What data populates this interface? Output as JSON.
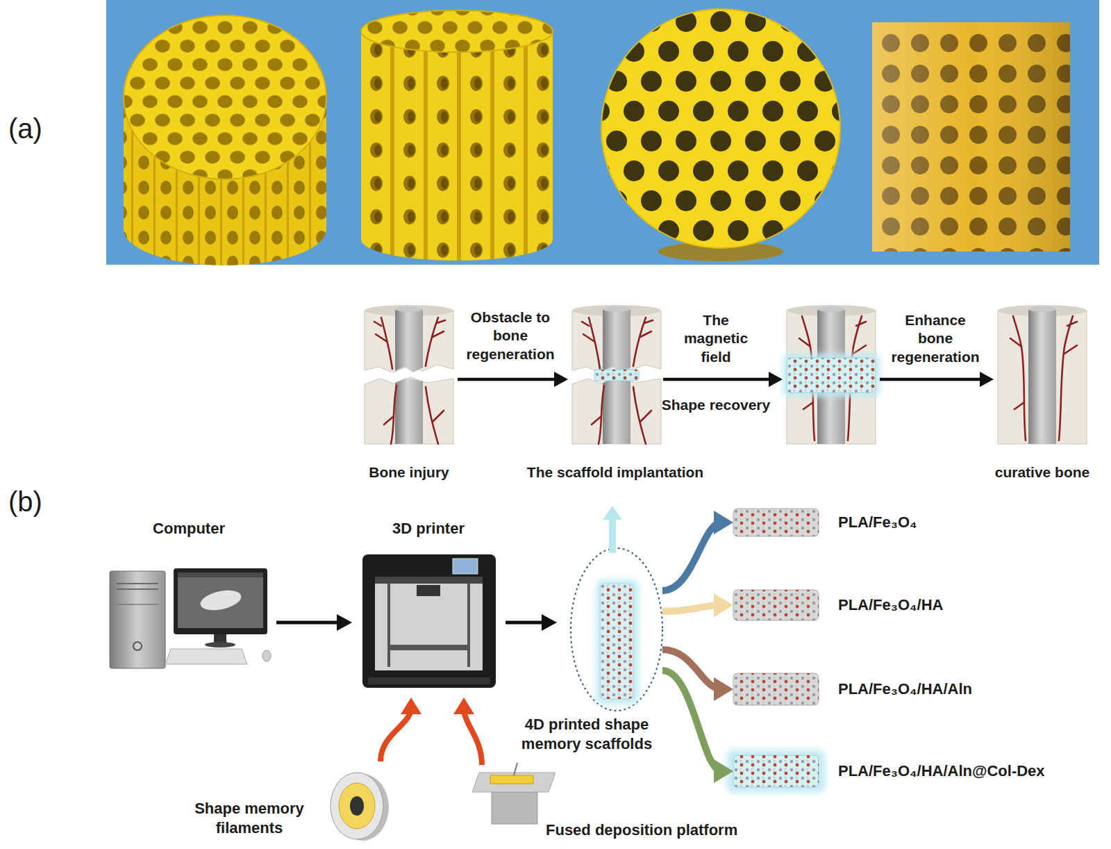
{
  "diagram": {
    "nodes": [
      {
        "text": [
          "Bone injury"
        ]
      },
      {
        "text": [
          "The scaffold implantation"
        ]
      },
      {
        "text": []
      },
      {
        "text": [
          "curative bone"
        ]
      },
      {
        "text": [
          "Computer"
        ]
      },
      {
        "text": [
          "3D printer"
        ]
      },
      {
        "text": [
          "4D printed shape memory scaffolds"
        ]
      },
      {
        "text": [
          "PLA/Fe₃O₄"
        ]
      },
      {
        "text": [
          "PLA/Fe₃O₄/HA"
        ]
      },
      {
        "text": [
          "PLA/Fe₃O₄/HA/Aln"
        ]
      },
      {
        "text": [
          "PLA/Fe₃O₄/HA/Aln@Col-Dex"
        ]
      },
      {
        "text": [
          "Shape memory filaments"
        ]
      },
      {
        "text": [
          "Fused deposition platform"
        ]
      }
    ],
    "edges": [
      {
        "from": 0,
        "to": 1,
        "arrow": "to",
        "label": "Obstacle to bone regeneration"
      },
      {
        "from": 1,
        "to": 2,
        "arrow": "to",
        "label": "The magnetic field"
      },
      {
        "from": 2,
        "to": 3,
        "arrow": "to",
        "label": "Enhance bone regeneration"
      },
      {
        "from": 4,
        "to": 5,
        "arrow": "to"
      },
      {
        "from": 5,
        "to": 6,
        "arrow": "to"
      },
      {
        "from": 6,
        "to": 7,
        "arrow": "to"
      },
      {
        "from": 6,
        "to": 8,
        "arrow": "to"
      },
      {
        "from": 6,
        "to": 9,
        "arrow": "to"
      },
      {
        "from": 6,
        "to": 10,
        "arrow": "to"
      },
      {
        "from": 11,
        "to": 5,
        "arrow": "to"
      },
      {
        "from": 12,
        "to": 5,
        "arrow": "to"
      }
    ],
    "labels": [
      "(a)",
      "(b)",
      "Shape recovery"
    ]
  }
}
